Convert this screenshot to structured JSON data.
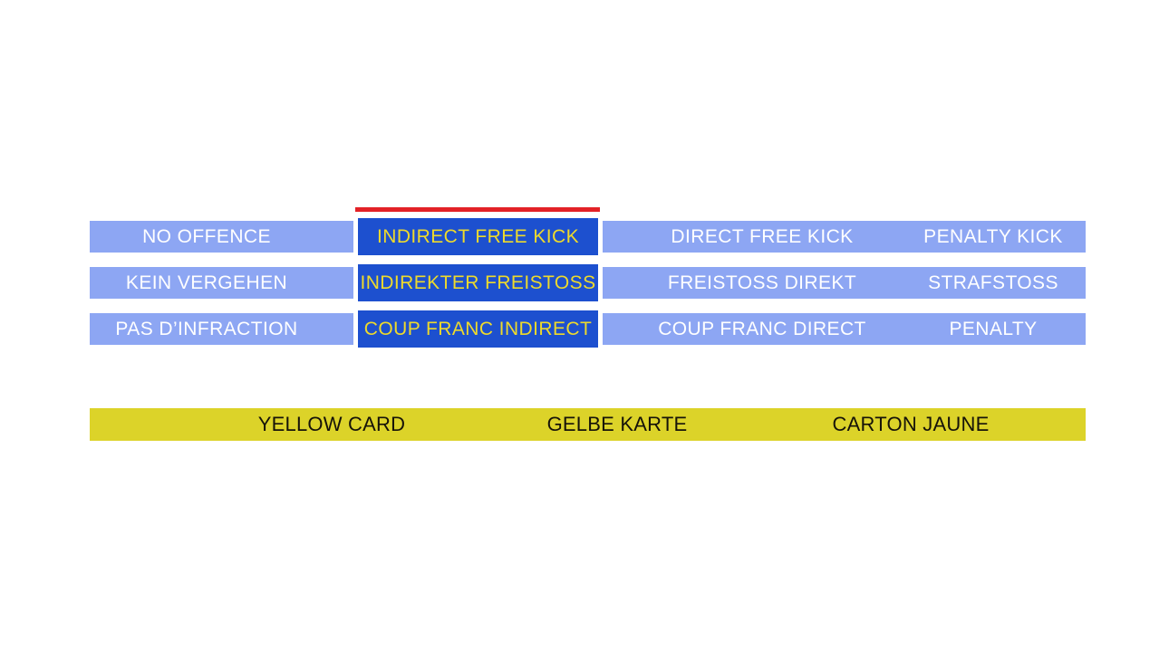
{
  "colors": {
    "light_blue": "#8da6f3",
    "dark_blue": "#1d50cf",
    "yellow_text": "#eeda2b",
    "red_marker": "#e32227",
    "yellow_bar": "#dcd329",
    "white_text": "#ffffff",
    "black_text": "#161309"
  },
  "sanction_rows": [
    {
      "language": "English",
      "selected": "indirect",
      "options": {
        "none": "NO OFFENCE",
        "indirect": "INDIRECT FREE KICK",
        "direct": "DIRECT FREE KICK",
        "penalty": "PENALTY KICK"
      }
    },
    {
      "language": "German",
      "selected": "indirect",
      "options": {
        "none": "KEIN VERGEHEN",
        "indirect": "INDIREKTER FREISTOSS",
        "direct": "FREISTOSS DIREKT",
        "penalty": "STRAFSTOSS"
      }
    },
    {
      "language": "French",
      "selected": "indirect",
      "options": {
        "none": "PAS D’INFRACTION",
        "indirect": "COUP FRANC INDIRECT",
        "direct": "COUP FRANC DIRECT",
        "penalty": "PENALTY"
      }
    }
  ],
  "card_bar": {
    "labels": [
      "YELLOW CARD",
      "GELBE KARTE",
      "CARTON JAUNE"
    ]
  }
}
